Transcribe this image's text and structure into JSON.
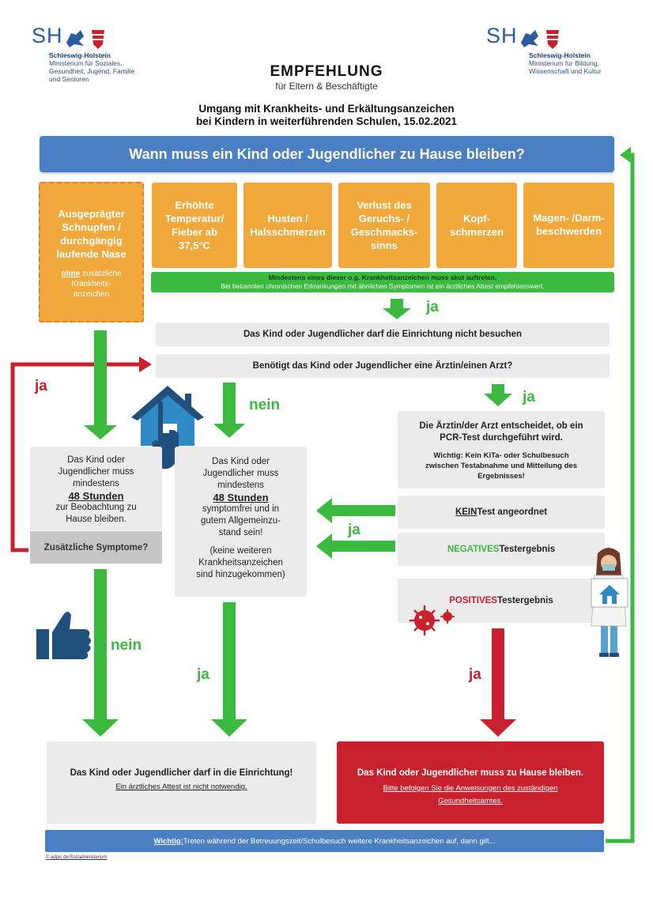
{
  "logo_left": {
    "mark": "SH",
    "line1": "Schleswig-Holstein",
    "line2": "Ministerium für Soziales,",
    "line3": "Gesundheit, Jugend, Familie",
    "line4": "und Senioren"
  },
  "logo_right": {
    "mark": "SH",
    "line1": "Schleswig-Holstein",
    "line2": "Ministerium für Bildung,",
    "line3": "Wissenschaft und Kultur"
  },
  "header": {
    "title": "EMPFEHLUNG",
    "subtitle": "für Eltern & Beschäftigte",
    "topic_line1": "Umgang mit Krankheits- und Erkältungsanzeichen",
    "topic_line2": "bei Kindern in weiterführenden Schulen, 15.02.2021"
  },
  "question_bar": "Wann muss ein Kind oder Jugendlicher zu Hause bleiben?",
  "snuffle_box": {
    "line1": "Ausgeprägter",
    "line2": "Schnupfen /",
    "line3": "durchgängig",
    "line4": "laufende Nase",
    "note_emph": "ohne",
    "note_rest1": "zusätzliche",
    "note_rest2": "Krankheits-",
    "note_rest3": "anzeichen"
  },
  "symptoms": [
    {
      "l1": "Erhöhte",
      "l2": "Temperatur/",
      "l3": "Fieber ab",
      "l4": "37,5°C"
    },
    {
      "l1": "Husten /",
      "l2": "Halsschmerzen",
      "l3": "",
      "l4": ""
    },
    {
      "l1": "Verlust des",
      "l2": "Geruchs- /",
      "l3": "Geschmacks-",
      "l4": "sinns"
    },
    {
      "l1": "Kopf-",
      "l2": "schmerzen",
      "l3": "",
      "l4": ""
    },
    {
      "l1": "Magen- /Darm-",
      "l2": "beschwerden",
      "l3": "",
      "l4": ""
    }
  ],
  "symptom_note": {
    "line1": "Mindestens eines dieser o.g. Krankheitsanzeichen muss akut auftreten.",
    "line2": "Bei bekannten chronischen Erkrankungen mit ähnlichen Symptomen ist ein ärztliches Attest empfehlenswert."
  },
  "labels": {
    "ja": "ja",
    "nein": "nein"
  },
  "no_visit": "Das Kind oder Jugendlicher darf die Einrichtung nicht besuchen",
  "need_doctor": "Benötigt das Kind oder Jugendlicher eine Ärztin/einen Arzt?",
  "doctor_box": {
    "line1": "Die Ärztin/der Arzt entscheidet, ob ein",
    "line2": "PCR-Test durchgeführt wird.",
    "w1": "Wichtig: Kein KiTa- oder Schulbesuch",
    "w2": "zwischen Testabnahme und Mitteilung des",
    "w3": "Ergebnisses!"
  },
  "no_test": {
    "emph": "KEIN",
    "rest": " Test angeordnet"
  },
  "negative": {
    "emph": "NEGATIVES",
    "rest": " Testergebnis"
  },
  "positive": {
    "emph": "POSITIVES",
    "rest": " Testergebnis"
  },
  "box48_left": {
    "l1": "Das Kind oder",
    "l2": "Jugendlicher muss",
    "l3": "mindestens",
    "l4": "48 Stunden",
    "l5": "zur Beobachtung zu",
    "l6": "Hause bleiben."
  },
  "extra_symptoms": "Zusätzliche Symptome?",
  "box48_mid": {
    "l1": "Das Kind oder",
    "l2": "Jugendlicher muss",
    "l3": "mindestens",
    "l4": "48 Stunden",
    "l5": "symptomfrei und in",
    "l6": "gutem Allgemeinzu-",
    "l7": "stand sein!",
    "l8": "(keine weiteren",
    "l9": "Krankheitsanzeichen",
    "l10": "sind hinzugekommen)"
  },
  "result_ok": {
    "line1": "Das Kind oder Jugendlicher darf in die Einrichtung!",
    "line2": "Ein ärztliches Attest ist nicht notwendig."
  },
  "result_home": {
    "line1": "Das Kind oder Jugendlicher muss zu Hause bleiben.",
    "line2": "Bitte befolgen Sie die Anweisungen des zuständigen",
    "line3": "Gesundheitsamtes."
  },
  "bottom_bar": {
    "emph": "Wichtig:",
    "rest": " Treten während der Betreuungszeit/Schulbesuch weitere Krankheitsanzeichen auf, dann gilt..."
  },
  "credit": "© adpic.de/Sozialministerium",
  "colors": {
    "blue": "#4a7fc4",
    "orange": "#f2a93c",
    "green": "#3cb93f",
    "red": "#c8202c",
    "grey": "#ebebeb",
    "darkgrey": "#c6c6c6"
  }
}
